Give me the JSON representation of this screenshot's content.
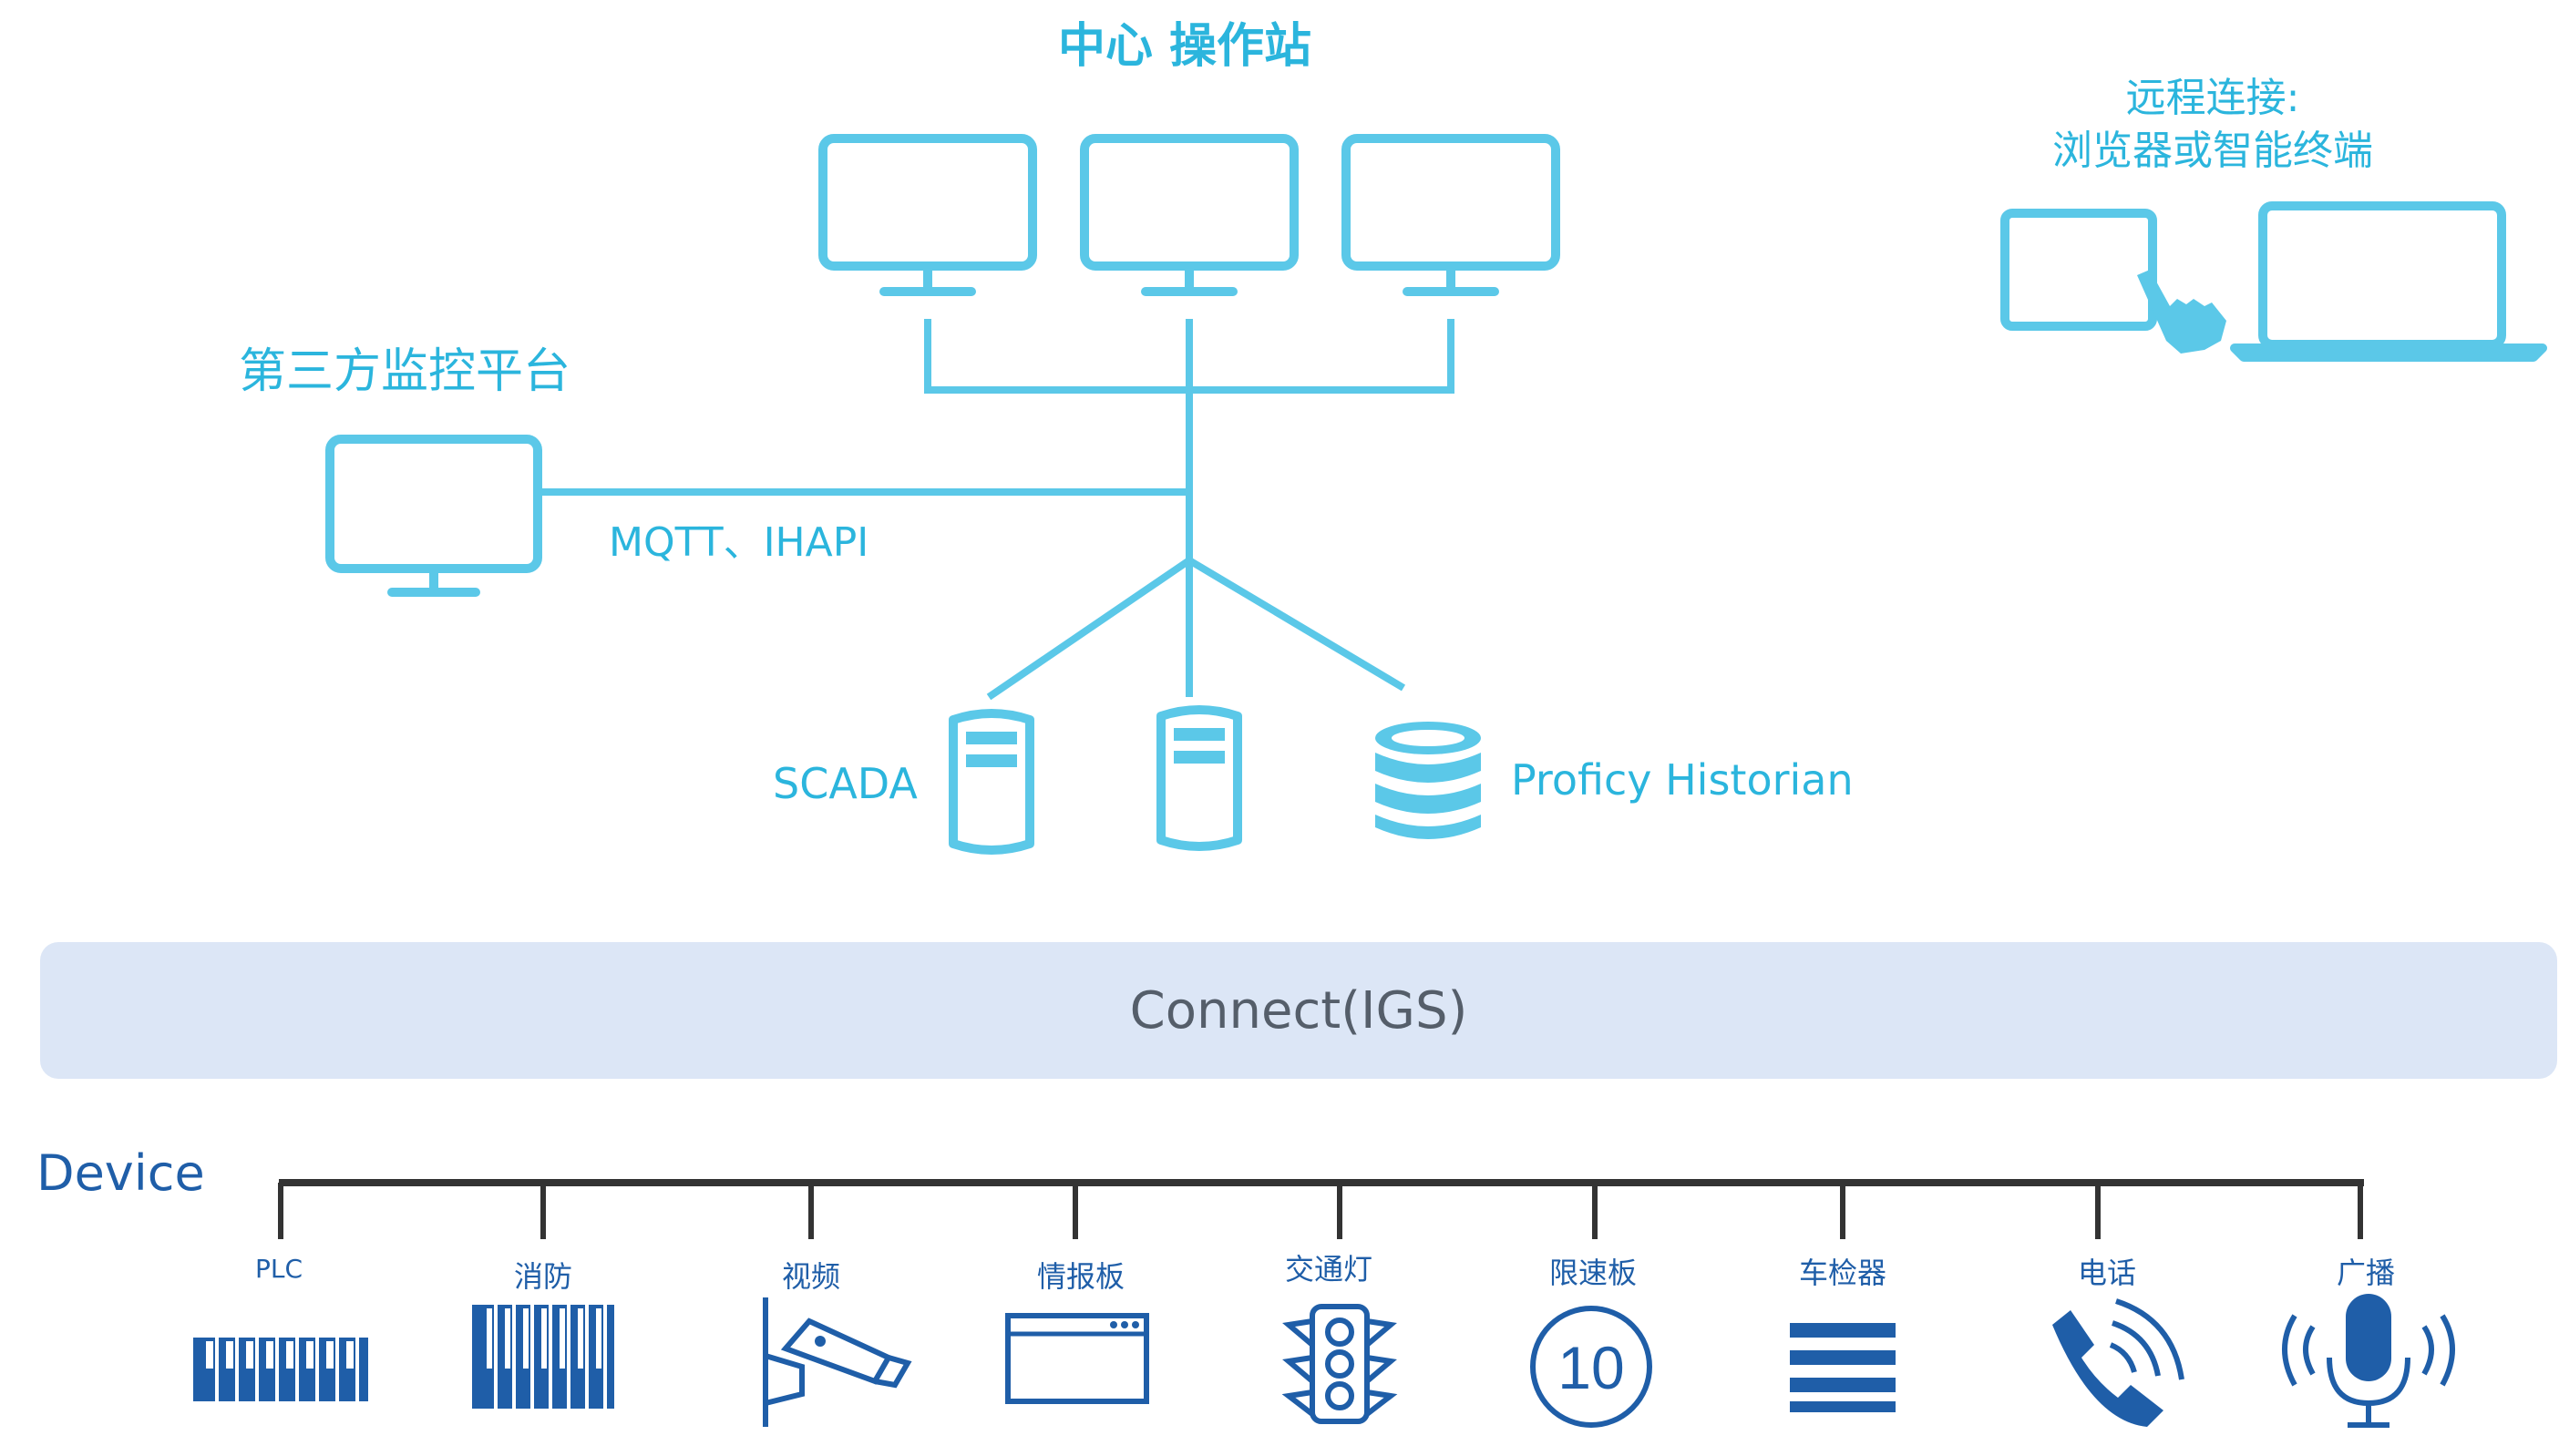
{
  "center_station": {
    "title": "中心 操作站"
  },
  "remote": {
    "line1": "远程连接:",
    "line2": "浏览器或智能终端"
  },
  "third_party": {
    "title": "第三方监控平台",
    "protocol": "MQTT、IHAPI"
  },
  "servers": {
    "scada": "SCADA",
    "historian": "Proficy Historian"
  },
  "connect_bar": {
    "label": "Connect(IGS)"
  },
  "device_bus": {
    "title": "Device",
    "devices": [
      {
        "label": "PLC",
        "icon": "plc-rack-icon"
      },
      {
        "label": "消防",
        "icon": "fire-panel-icon"
      },
      {
        "label": "视频",
        "icon": "cctv-camera-icon"
      },
      {
        "label": "情报板",
        "icon": "info-board-icon"
      },
      {
        "label": "交通灯",
        "icon": "traffic-light-icon"
      },
      {
        "label": "限速板",
        "icon": "speed-limit-sign-icon"
      },
      {
        "label": "车检器",
        "icon": "vehicle-detector-icon"
      },
      {
        "label": "电话",
        "icon": "phone-icon"
      },
      {
        "label": "广播",
        "icon": "microphone-broadcast-icon"
      }
    ]
  },
  "colors": {
    "cyan": "#5bc8e8",
    "cyan_text": "#2bb5dd",
    "navy": "#1f5ea8",
    "bar_fill": "#dce6f6",
    "bar_text": "#555e6a"
  }
}
